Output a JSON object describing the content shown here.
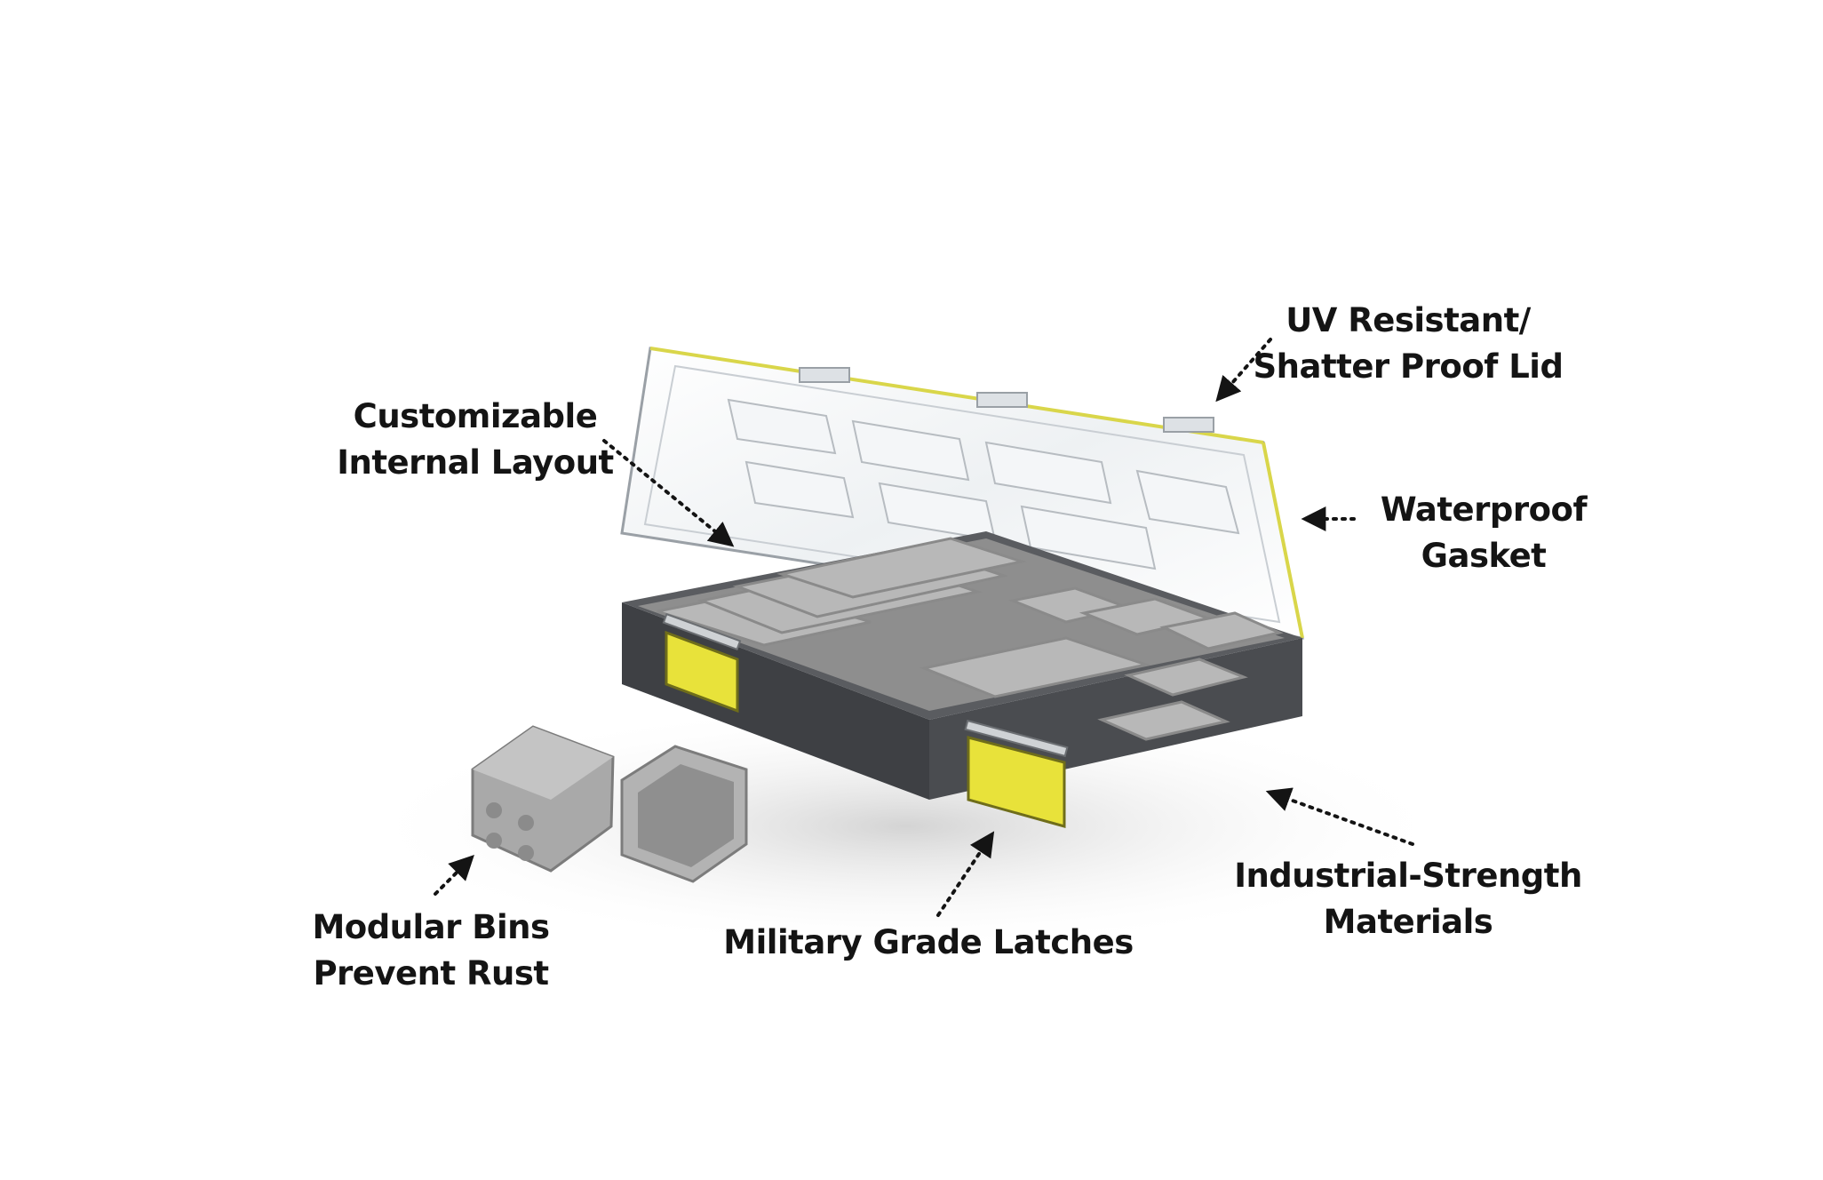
{
  "callouts": {
    "uv_lid": {
      "line1": "UV Resistant/",
      "line2": "Shatter Proof Lid"
    },
    "internal_layout": {
      "line1": "Customizable",
      "line2": "Internal Layout"
    },
    "gasket": {
      "line1": "Waterproof",
      "line2": "Gasket"
    },
    "materials": {
      "line1": "Industrial-Strength",
      "line2": "Materials"
    },
    "latches": {
      "line1": "Military Grade Latches"
    },
    "bins": {
      "line1": "Modular Bins",
      "line2": "Prevent Rust"
    }
  },
  "colors": {
    "case_body": "#4a4c50",
    "bin_gray": "#b8b8b8",
    "latch_yellow": "#e8e23a",
    "lid_clear": "#eef1f3",
    "text": "#141414"
  }
}
